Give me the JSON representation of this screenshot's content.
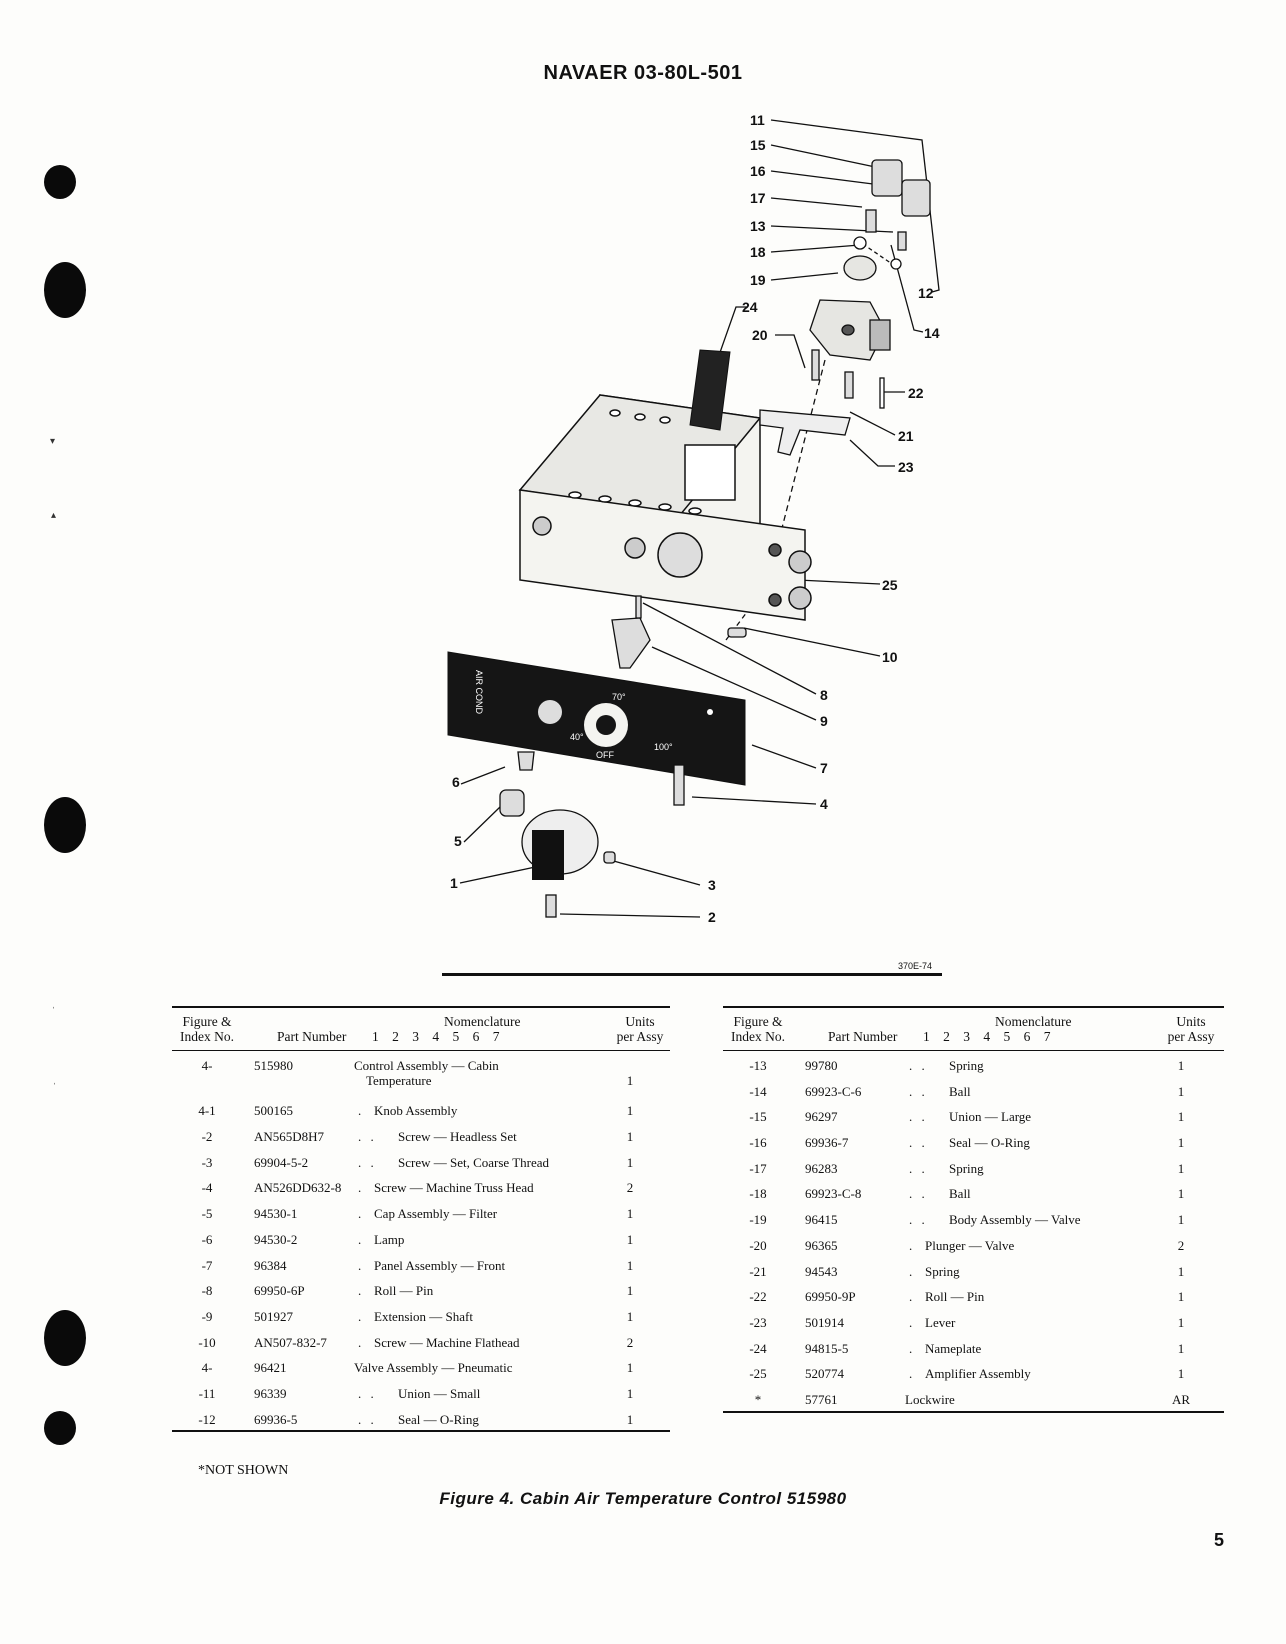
{
  "header": {
    "doc_number": "NAVAER 03-80L-501"
  },
  "drawing": {
    "code": "370E-74",
    "dial": {
      "vertical_label": "AIR COND",
      "t70": "70°",
      "t40": "40°",
      "t100": "100°",
      "off": "OFF"
    },
    "callouts": [
      "1",
      "2",
      "3",
      "4",
      "5",
      "6",
      "7",
      "8",
      "9",
      "10",
      "11",
      "12",
      "13",
      "14",
      "15",
      "16",
      "17",
      "18",
      "19",
      "20",
      "21",
      "22",
      "23",
      "24",
      "25"
    ]
  },
  "table_headers": {
    "figure_index": "Figure & Index No.",
    "figure_index_line1": "Figure &",
    "figure_index_line2": "Index No.",
    "part_number": "Part Number",
    "indent_levels": "1 2 3 4 5 6 7",
    "nomenclature": "Nomenclature",
    "units_line1": "Units",
    "units_line2": "per Assy"
  },
  "parts_left": [
    {
      "index": "4-",
      "part": "515980",
      "dots": "",
      "name": "Control Assembly — Cabin",
      "name2": "Temperature",
      "qty": "1"
    },
    {
      "index": "4-1",
      "part": "500165",
      "dots": ".",
      "name": "Knob Assembly",
      "qty": "1"
    },
    {
      "index": "-2",
      "part": "AN565D8H7",
      "dots": ". .",
      "name": "Screw — Headless Set",
      "qty": "1"
    },
    {
      "index": "-3",
      "part": "69904-5-2",
      "dots": ". .",
      "name": "Screw — Set, Coarse Thread",
      "qty": "1"
    },
    {
      "index": "-4",
      "part": "AN526DD632-8",
      "dots": ".",
      "name": "Screw — Machine Truss Head",
      "qty": "2"
    },
    {
      "index": "-5",
      "part": "94530-1",
      "dots": ".",
      "name": "Cap Assembly — Filter",
      "qty": "1"
    },
    {
      "index": "-6",
      "part": "94530-2",
      "dots": ".",
      "name": "Lamp",
      "qty": "1"
    },
    {
      "index": "-7",
      "part": "96384",
      "dots": ".",
      "name": "Panel Assembly — Front",
      "qty": "1"
    },
    {
      "index": "-8",
      "part": "69950-6P",
      "dots": ".",
      "name": "Roll — Pin",
      "qty": "1"
    },
    {
      "index": "-9",
      "part": "501927",
      "dots": ".",
      "name": "Extension — Shaft",
      "qty": "1"
    },
    {
      "index": "-10",
      "part": "AN507-832-7",
      "dots": ".",
      "name": "Screw — Machine Flathead",
      "qty": "2"
    },
    {
      "index": "4-",
      "part": "96421",
      "dots": "",
      "name": "Valve Assembly — Pneumatic",
      "qty": "1"
    },
    {
      "index": "-11",
      "part": "96339",
      "dots": ". .",
      "name": "Union — Small",
      "qty": "1"
    },
    {
      "index": "-12",
      "part": "69936-5",
      "dots": ". .",
      "name": "Seal — O-Ring",
      "qty": "1"
    }
  ],
  "parts_right": [
    {
      "index": "-13",
      "part": "99780",
      "dots": ". .",
      "name": "Spring",
      "qty": "1"
    },
    {
      "index": "-14",
      "part": "69923-C-6",
      "dots": ". .",
      "name": "Ball",
      "qty": "1"
    },
    {
      "index": "-15",
      "part": "96297",
      "dots": ". .",
      "name": "Union — Large",
      "qty": "1"
    },
    {
      "index": "-16",
      "part": "69936-7",
      "dots": ". .",
      "name": "Seal — O-Ring",
      "qty": "1"
    },
    {
      "index": "-17",
      "part": "96283",
      "dots": ". .",
      "name": "Spring",
      "qty": "1"
    },
    {
      "index": "-18",
      "part": "69923-C-8",
      "dots": ". .",
      "name": "Ball",
      "qty": "1"
    },
    {
      "index": "-19",
      "part": "96415",
      "dots": ". .",
      "name": "Body Assembly — Valve",
      "qty": "1"
    },
    {
      "index": "-20",
      "part": "96365",
      "dots": ".",
      "name": "Plunger — Valve",
      "qty": "2"
    },
    {
      "index": "-21",
      "part": "94543",
      "dots": ".",
      "name": "Spring",
      "qty": "1"
    },
    {
      "index": "-22",
      "part": "69950-9P",
      "dots": ".",
      "name": "Roll — Pin",
      "qty": "1"
    },
    {
      "index": "-23",
      "part": "501914",
      "dots": ".",
      "name": "Lever",
      "qty": "1"
    },
    {
      "index": "-24",
      "part": "94815-5",
      "dots": ".",
      "name": "Nameplate",
      "qty": "1"
    },
    {
      "index": "-25",
      "part": "520774",
      "dots": ".",
      "name": "Amplifier Assembly",
      "qty": "1"
    },
    {
      "index": "*",
      "part": "57761",
      "dots": "",
      "name": "Lockwire",
      "qty": "AR"
    }
  ],
  "footnote": "*NOT SHOWN",
  "caption": "Figure 4. Cabin Air Temperature Control 515980",
  "page_number": "5"
}
